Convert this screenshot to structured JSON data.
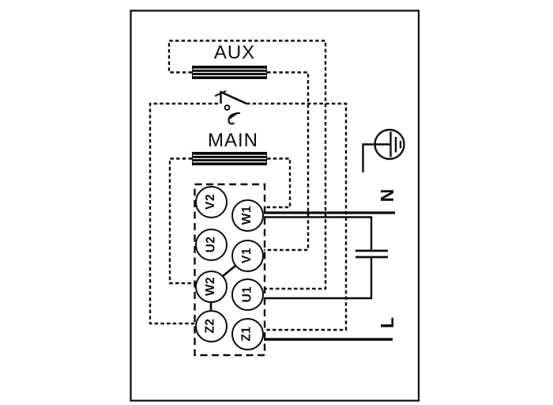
{
  "diagram": {
    "windings": {
      "aux_label": "AUX",
      "main_label": "MAIN"
    },
    "power": {
      "neutral_label": "N",
      "line_label": "L"
    },
    "terminal_block": {
      "left_column": [
        {
          "label": "V2"
        },
        {
          "label": "U2"
        },
        {
          "label": "W2"
        },
        {
          "label": "Z2"
        }
      ],
      "right_column": [
        {
          "label": "W1"
        },
        {
          "label": "V1"
        },
        {
          "label": "U1"
        },
        {
          "label": "Z1"
        }
      ]
    },
    "symbols": {
      "ground": "protective-earth-icon",
      "capacitor": "capacitor-symbol",
      "thermal_switch": "thermal-contact-switch-symbol",
      "aux_winding": "winding-coil-symbol",
      "main_winding": "winding-coil-symbol"
    },
    "colors": {
      "ink": "#0c0c0c",
      "background": "#ffffff"
    }
  }
}
